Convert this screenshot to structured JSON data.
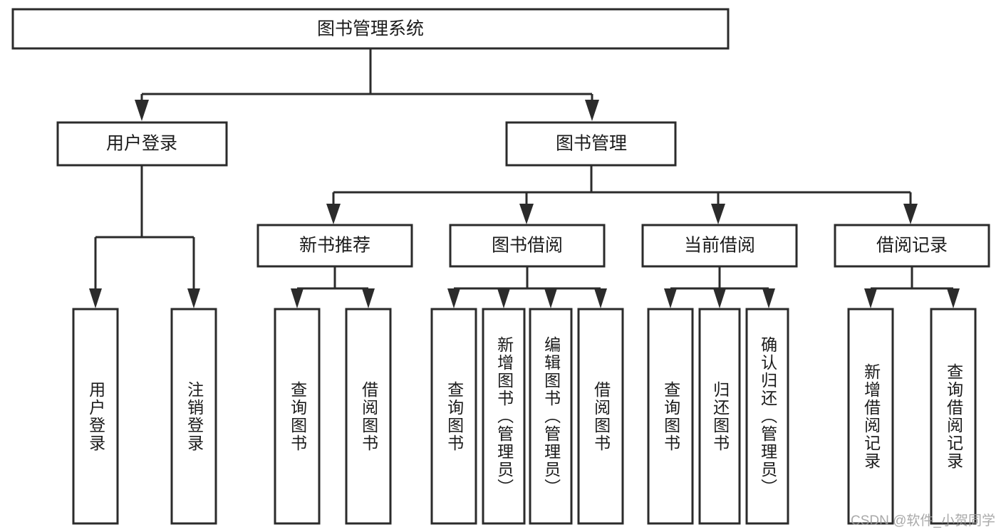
{
  "diagram": {
    "title": "图书管理系统",
    "type": "tree",
    "watermark": "CSDN @软件_小贺同学",
    "colors": {
      "stroke": "#2b2b2b",
      "fill": "#ffffff",
      "text": "#1b1b1b",
      "watermark": "#9b9b9b",
      "background": "#ffffff"
    },
    "nodes": {
      "root": {
        "label": "图书管理系统",
        "orientation": "horizontal"
      },
      "l2": [
        {
          "id": "user-login",
          "label": "用户登录",
          "orientation": "horizontal"
        },
        {
          "id": "book-manage",
          "label": "图书管理",
          "orientation": "horizontal"
        }
      ],
      "l3": [
        {
          "id": "new-book-rec",
          "label": "新书推荐",
          "orientation": "horizontal"
        },
        {
          "id": "book-borrow",
          "label": "图书借阅",
          "orientation": "horizontal"
        },
        {
          "id": "current-borrow",
          "label": "当前借阅",
          "orientation": "horizontal"
        },
        {
          "id": "borrow-record",
          "label": "借阅记录",
          "orientation": "horizontal"
        }
      ],
      "leaves": [
        {
          "id": "leaf-user-login",
          "label": "用户登录",
          "parent": "user-login",
          "orientation": "vertical"
        },
        {
          "id": "leaf-user-logout",
          "label": "注销登录",
          "parent": "user-login",
          "orientation": "vertical"
        },
        {
          "id": "leaf-query-book-1",
          "label": "查询图书",
          "parent": "new-book-rec",
          "orientation": "vertical"
        },
        {
          "id": "leaf-borrow-book-1",
          "label": "借阅图书",
          "parent": "new-book-rec",
          "orientation": "vertical"
        },
        {
          "id": "leaf-query-book-2",
          "label": "查询图书",
          "parent": "book-borrow",
          "orientation": "vertical"
        },
        {
          "id": "leaf-add-book",
          "label": "新增图书（管理员）",
          "parent": "book-borrow",
          "orientation": "vertical"
        },
        {
          "id": "leaf-edit-book",
          "label": "编辑图书（管理员）",
          "parent": "book-borrow",
          "orientation": "vertical"
        },
        {
          "id": "leaf-borrow-book-2",
          "label": "借阅图书",
          "parent": "book-borrow",
          "orientation": "vertical"
        },
        {
          "id": "leaf-query-book-3",
          "label": "查询图书",
          "parent": "current-borrow",
          "orientation": "vertical"
        },
        {
          "id": "leaf-return-book",
          "label": "归还图书",
          "parent": "current-borrow",
          "orientation": "vertical"
        },
        {
          "id": "leaf-confirm-return",
          "label": "确认归还（管理员）",
          "parent": "current-borrow",
          "orientation": "vertical"
        },
        {
          "id": "leaf-add-record",
          "label": "新增借阅记录",
          "parent": "borrow-record",
          "orientation": "vertical"
        },
        {
          "id": "leaf-query-record",
          "label": "查询借阅记录",
          "parent": "borrow-record",
          "orientation": "vertical"
        }
      ]
    }
  }
}
